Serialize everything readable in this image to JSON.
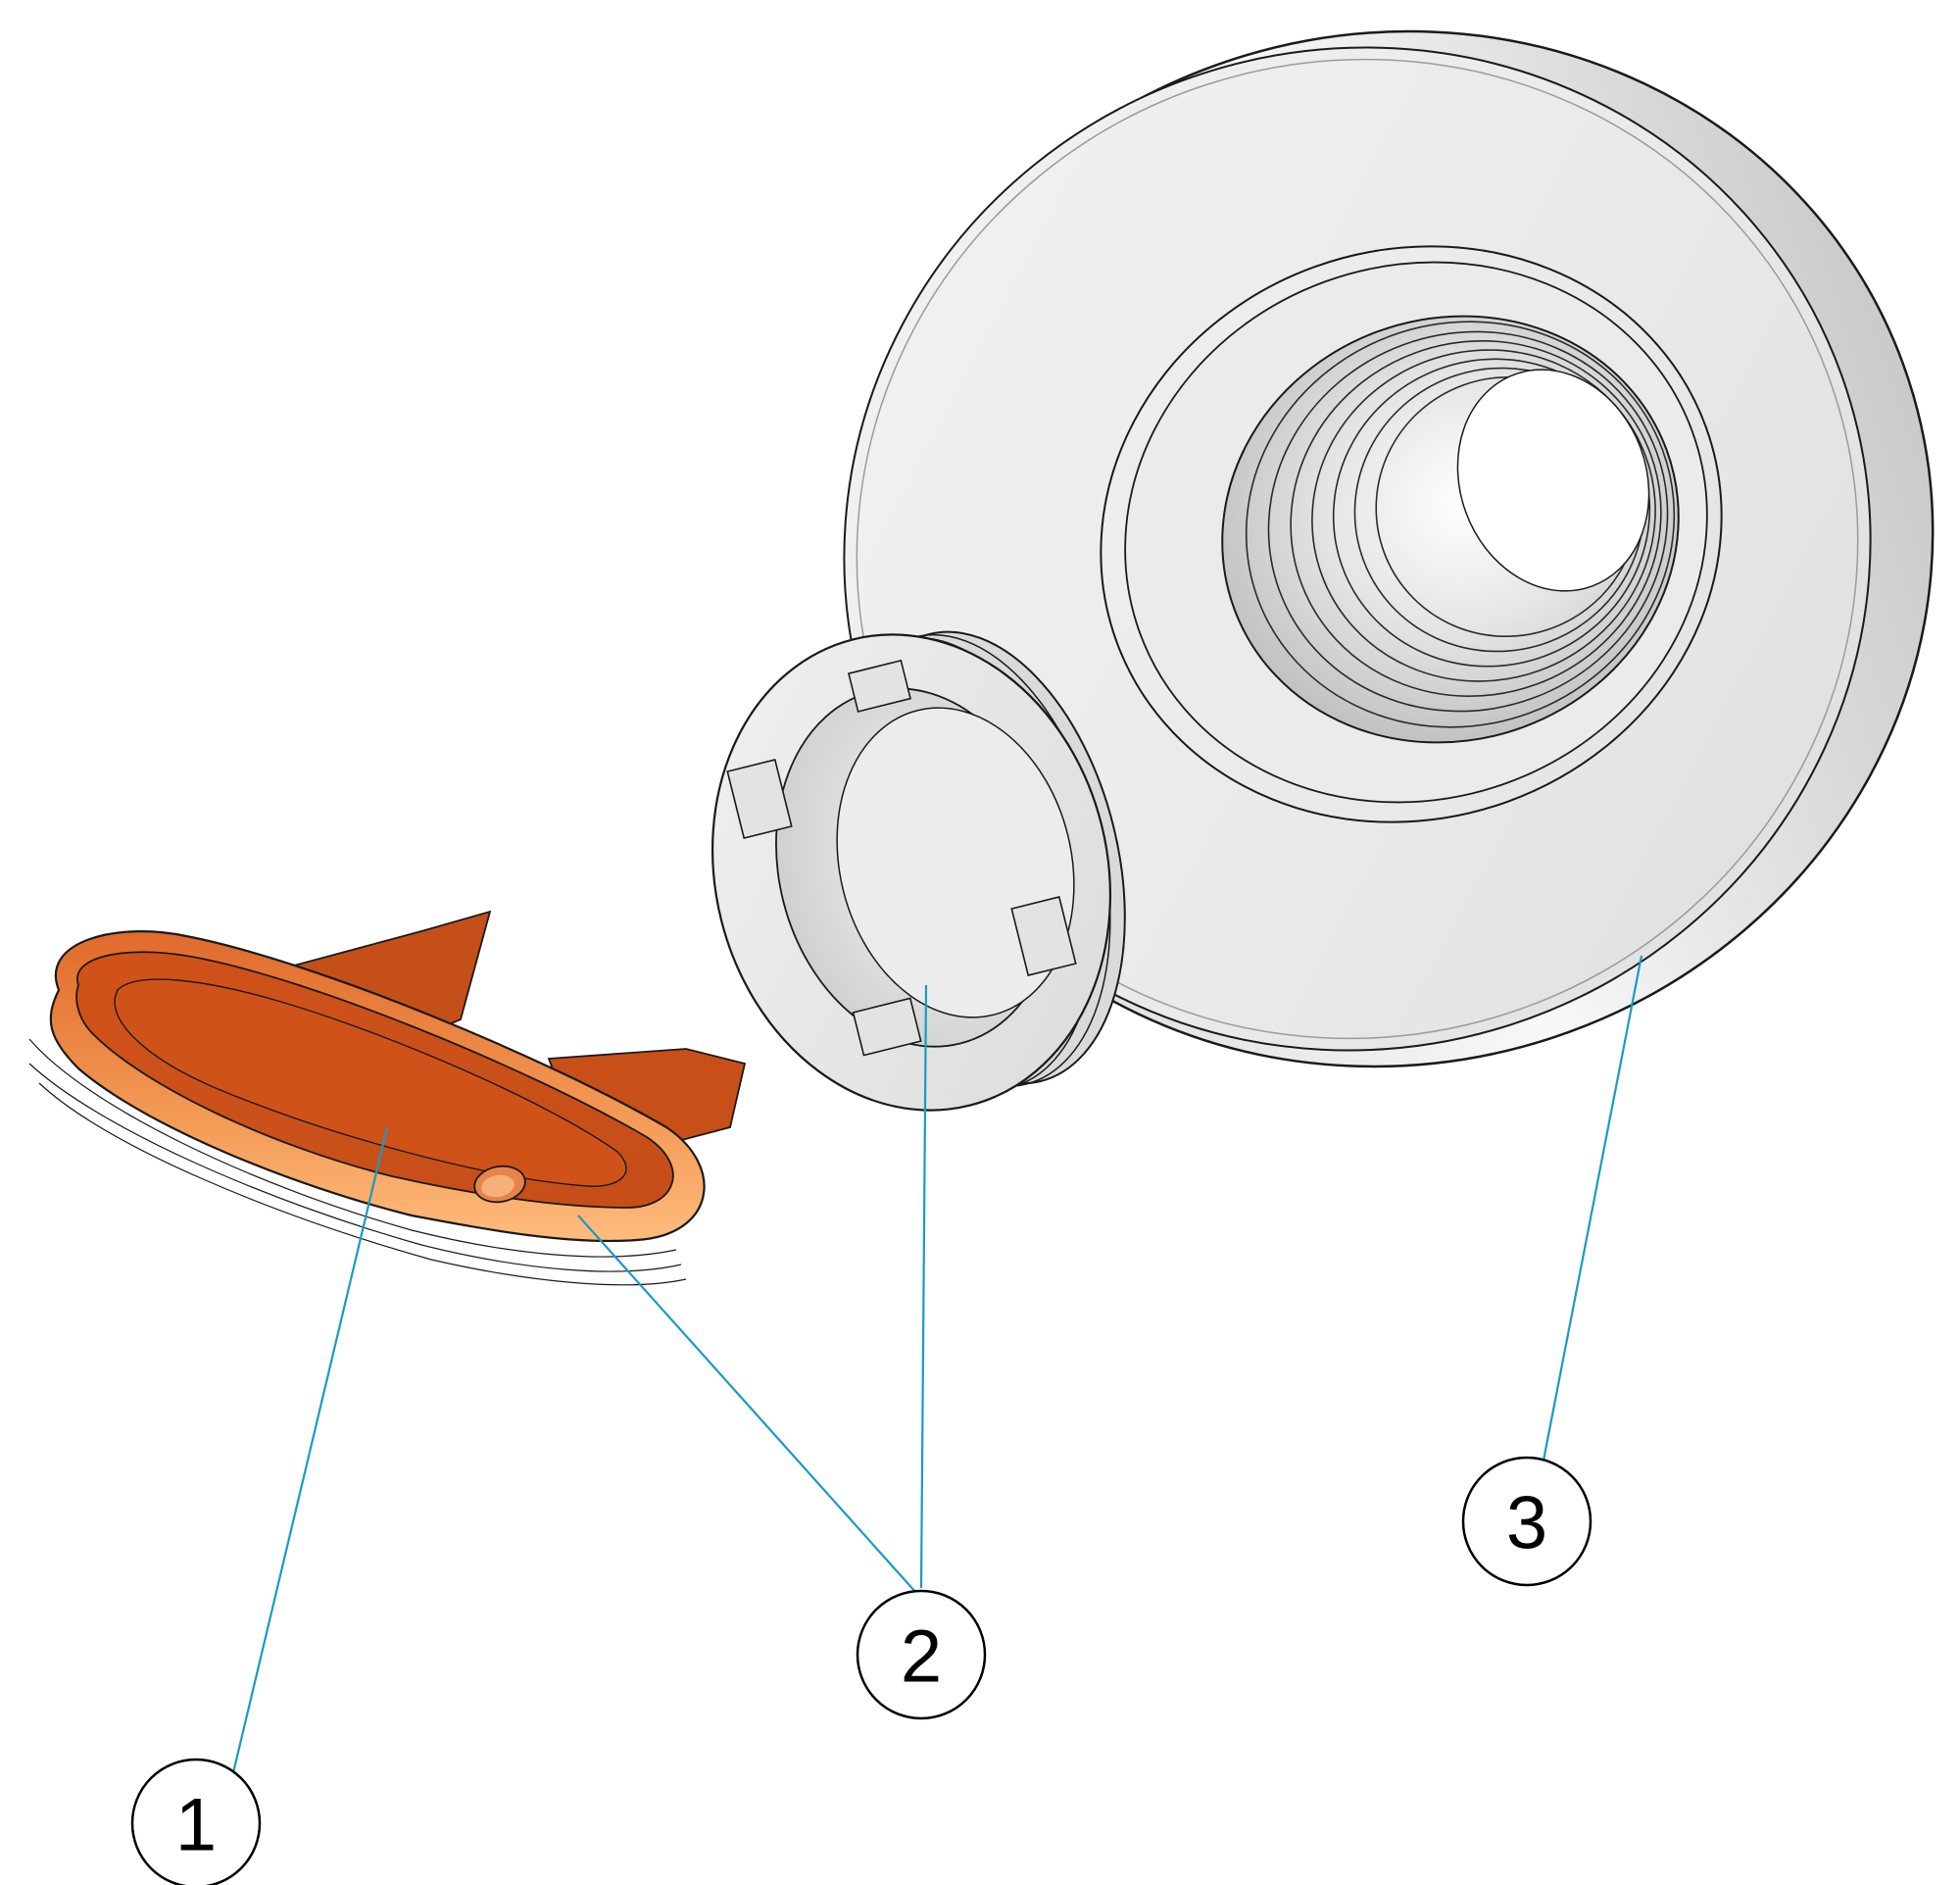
{
  "diagram": {
    "kind": "exploded-assembly",
    "callouts": [
      {
        "id": "1",
        "label": "1"
      },
      {
        "id": "2",
        "label": "2"
      },
      {
        "id": "3",
        "label": "3"
      }
    ],
    "colors": {
      "leader_line": "#1a9ac4",
      "key_orange": "#d4581c",
      "key_orange_light": "#f59a56",
      "part_grey": "#e6e7e6",
      "part_grey_dark": "#bfc0bf",
      "outline": "#1a1a1a"
    }
  }
}
